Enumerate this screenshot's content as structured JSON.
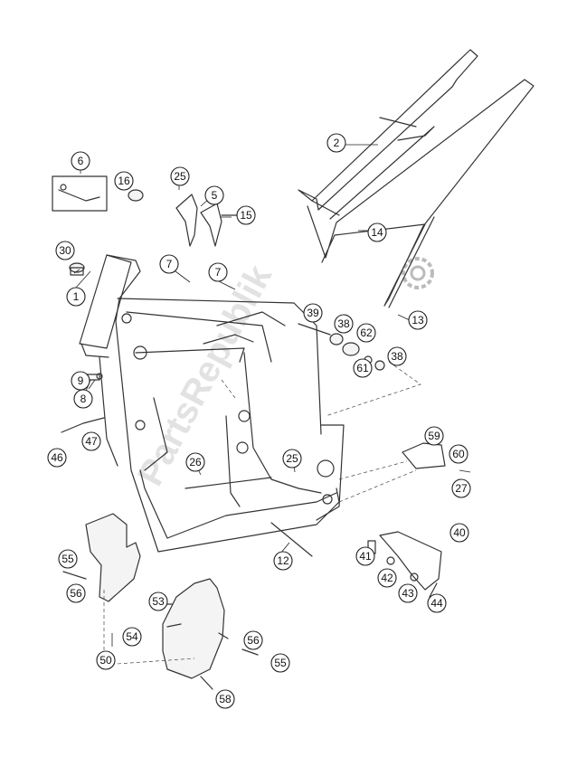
{
  "diagram": {
    "watermark": "PartsRepublik",
    "callouts": [
      "1",
      "2",
      "5",
      "6",
      "7",
      "7",
      "8",
      "9",
      "12",
      "13",
      "14",
      "15",
      "16",
      "25",
      "25",
      "26",
      "27",
      "30",
      "38",
      "38",
      "39",
      "40",
      "41",
      "42",
      "43",
      "44",
      "46",
      "47",
      "50",
      "53",
      "54",
      "55",
      "55",
      "56",
      "56",
      "58",
      "59",
      "60",
      "61",
      "62"
    ]
  },
  "colors": {
    "line": "#333333",
    "watermark": "#9a9a9a",
    "background": "#ffffff"
  },
  "icons": {
    "watermark_logo": "gear-icon"
  }
}
